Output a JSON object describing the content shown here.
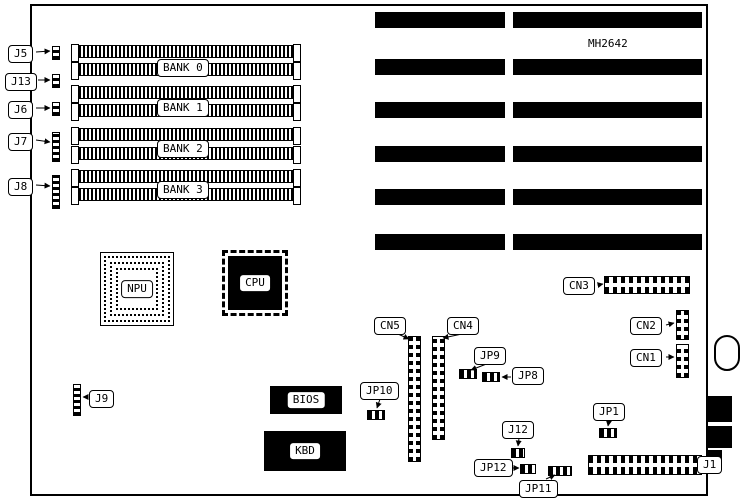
{
  "diagram": {
    "part_number": "MH2642",
    "callouts": {
      "j5": "J5",
      "j13": "J13",
      "j6": "J6",
      "j7": "J7",
      "j8": "J8",
      "j9": "J9",
      "j12": "J12",
      "j1": "J1",
      "jp1": "JP1",
      "jp8": "JP8",
      "jp9": "JP9",
      "jp10": "JP10",
      "jp11": "JP11",
      "jp12": "JP12",
      "cn1": "CN1",
      "cn2": "CN2",
      "cn3": "CN3",
      "cn4": "CN4",
      "cn5": "CN5"
    },
    "chips": {
      "npu": "NPU",
      "cpu": "CPU",
      "bios": "BIOS",
      "kbd": "KBD"
    },
    "memory_banks": [
      "BANK 0",
      "BANK 1",
      "BANK 2",
      "BANK 3"
    ],
    "colors": {
      "line": "#000000",
      "board": "#ffffff",
      "slot": "#000000"
    }
  }
}
